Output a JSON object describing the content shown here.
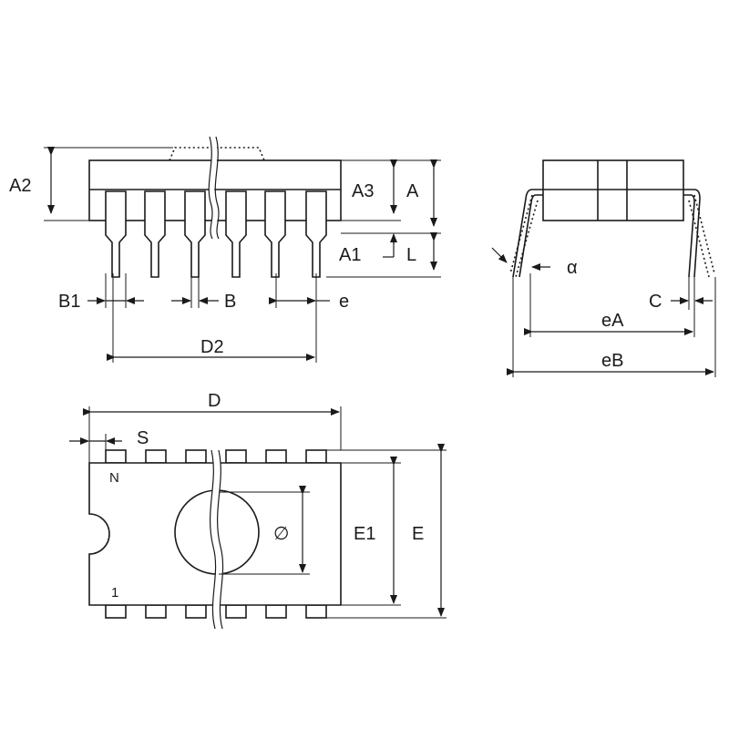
{
  "labels": {
    "A2": "A2",
    "A3": "A3",
    "A": "A",
    "A1": "A1",
    "L": "L",
    "B1": "B1",
    "B": "B",
    "e": "e",
    "D2": "D2",
    "alpha": "α",
    "C": "C",
    "eA": "eA",
    "eB": "eB",
    "D": "D",
    "S": "S",
    "N": "N",
    "pin1": "1",
    "E1": "E1",
    "E": "E",
    "phi": "∅"
  }
}
